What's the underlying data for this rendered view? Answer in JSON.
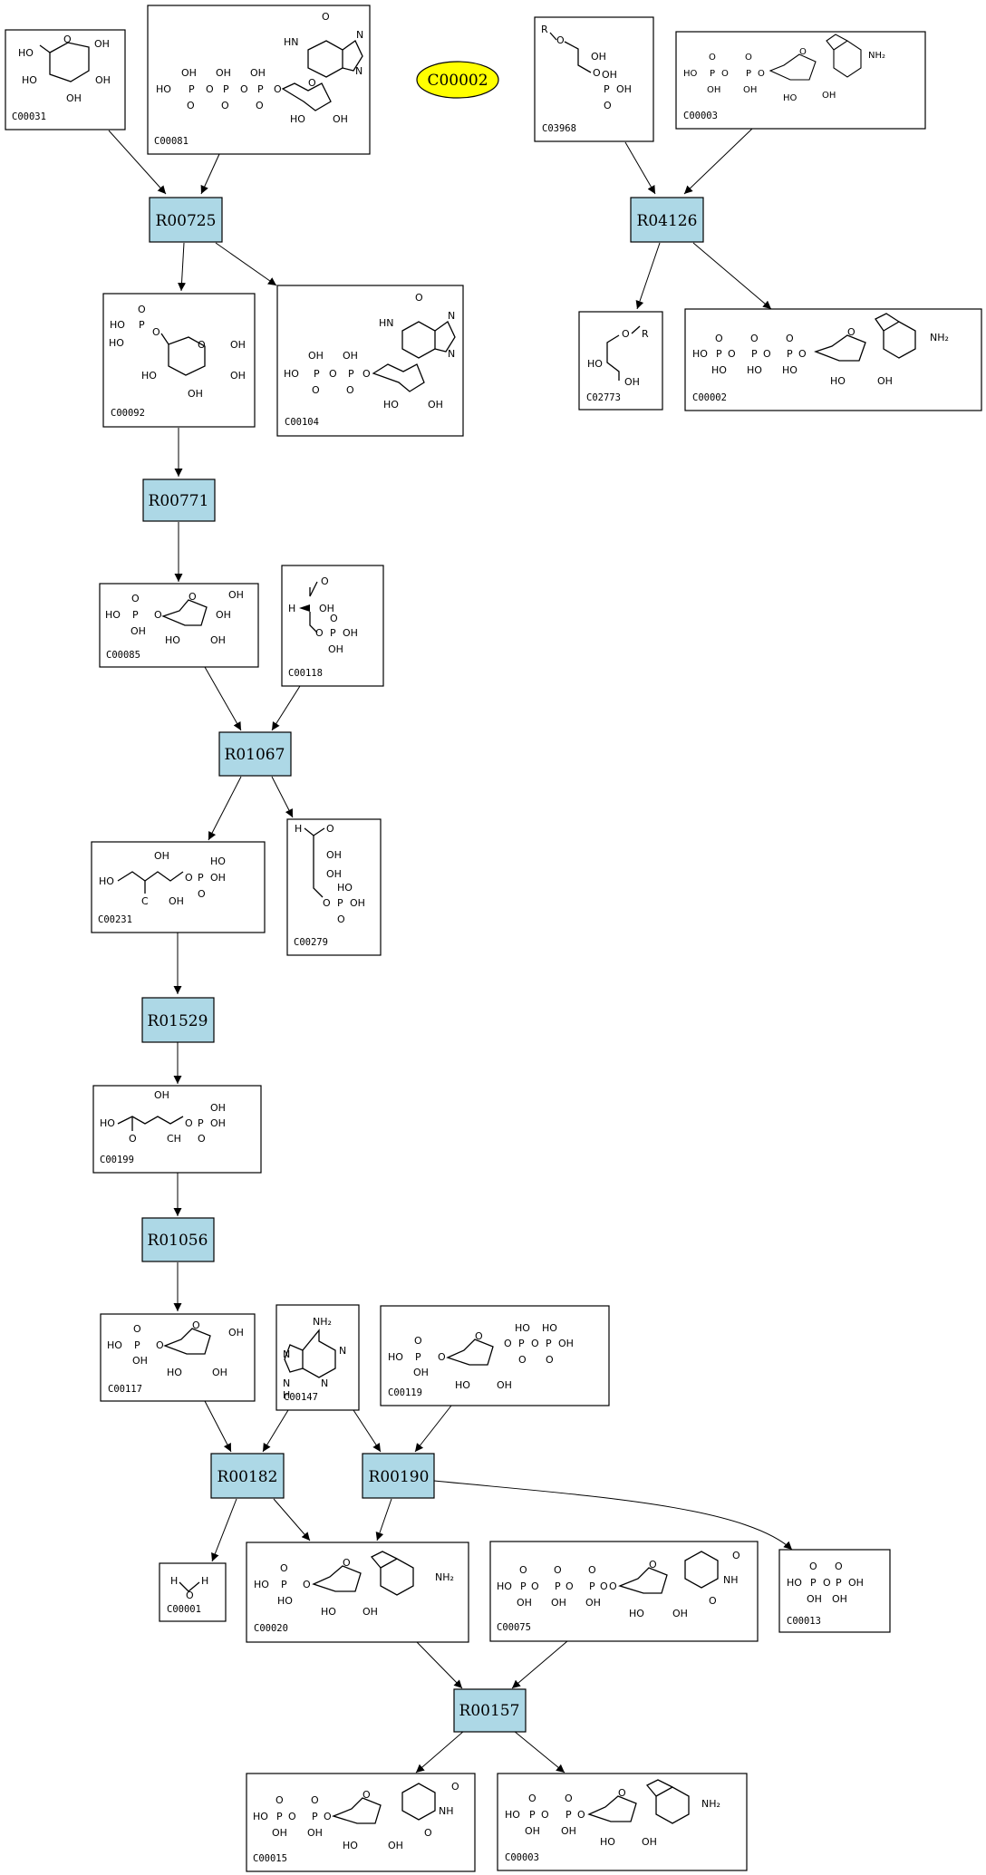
{
  "highlight": {
    "label": "C00002",
    "color": "#ffff00"
  },
  "colors": {
    "reaction_fill": "#add8e6",
    "compound_fill": "#ffffff",
    "edge": "#000000"
  },
  "reactions": {
    "R00725": "R00725",
    "R04126": "R04126",
    "R00771": "R00771",
    "R01067": "R01067",
    "R01529": "R01529",
    "R01056": "R01056",
    "R00182": "R00182",
    "R00190": "R00190",
    "R00157": "R00157"
  },
  "compounds": {
    "C00031": "C00031",
    "C00081": "C00081",
    "C03968": "C03968",
    "C00003a": "C00003",
    "C00092": "C00092",
    "C00104": "C00104",
    "C02773": "C02773",
    "C00002": "C00002",
    "C00085": "C00085",
    "C00118": "C00118",
    "C00231": "C00231",
    "C00279": "C00279",
    "C00199": "C00199",
    "C00117": "C00117",
    "C00147": "C00147",
    "C00119": "C00119",
    "C00001": "C00001",
    "C00020": "C00020",
    "C00075": "C00075",
    "C00013": "C00013",
    "C00015": "C00015",
    "C00003b": "C00003"
  },
  "edges": [
    [
      "C00031",
      "R00725"
    ],
    [
      "C00081",
      "R00725"
    ],
    [
      "R00725",
      "C00092"
    ],
    [
      "R00725",
      "C00104"
    ],
    [
      "C03968",
      "R04126"
    ],
    [
      "C00003a",
      "R04126"
    ],
    [
      "R04126",
      "C02773"
    ],
    [
      "R04126",
      "C00002"
    ],
    [
      "C00092",
      "R00771"
    ],
    [
      "R00771",
      "C00085"
    ],
    [
      "C00085",
      "R01067"
    ],
    [
      "C00118",
      "R01067"
    ],
    [
      "R01067",
      "C00231"
    ],
    [
      "R01067",
      "C00279"
    ],
    [
      "C00231",
      "R01529"
    ],
    [
      "R01529",
      "C00199"
    ],
    [
      "C00199",
      "R01056"
    ],
    [
      "R01056",
      "C00117"
    ],
    [
      "C00117",
      "R00182"
    ],
    [
      "C00147",
      "R00182"
    ],
    [
      "C00147",
      "R00190"
    ],
    [
      "C00119",
      "R00190"
    ],
    [
      "R00182",
      "C00001"
    ],
    [
      "R00182",
      "C00020"
    ],
    [
      "R00190",
      "C00020"
    ],
    [
      "R00190",
      "C00013"
    ],
    [
      "C00020",
      "R00157"
    ],
    [
      "C00075",
      "R00157"
    ],
    [
      "R00157",
      "C00015"
    ],
    [
      "R00157",
      "C00003b"
    ]
  ]
}
